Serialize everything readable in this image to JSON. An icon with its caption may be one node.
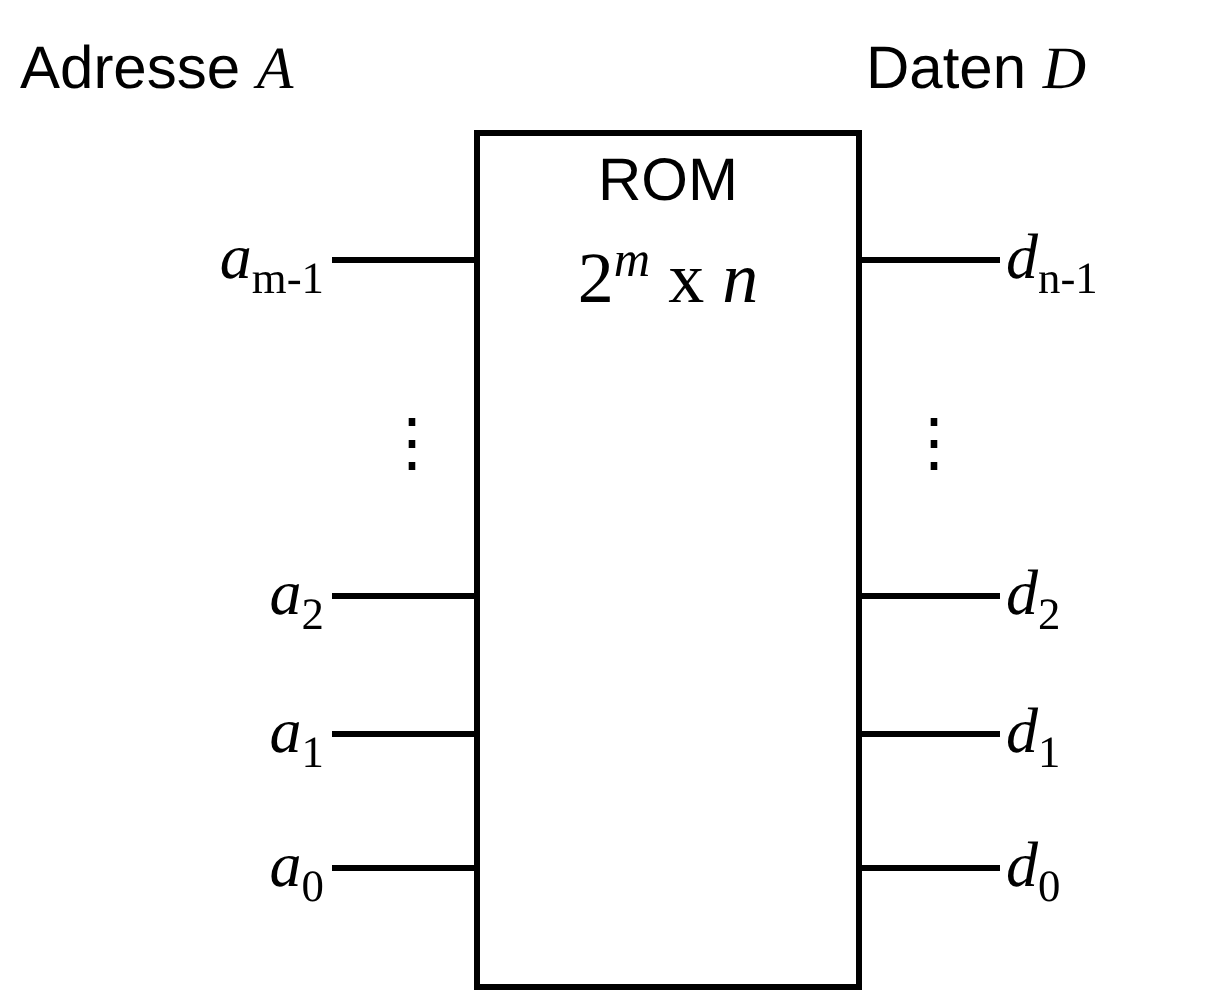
{
  "diagram": {
    "nodes": [
      {
        "text": [
          "ROM",
          "2$^{m}$ x *n*"
        ]
      },
      {
        "text": [
          "*a*$_{m-1}$"
        ]
      },
      {
        "text": [
          "*a*$_{2}$"
        ]
      },
      {
        "text": [
          "*a*$_{1}$"
        ]
      },
      {
        "text": [
          "*a*$_{0}$"
        ]
      },
      {
        "text": [
          "*d*$_{n-1}$"
        ]
      },
      {
        "text": [
          "*d*$_{2}$"
        ]
      },
      {
        "text": [
          "*d*$_{1}$"
        ]
      },
      {
        "text": [
          "*d*$_{0}$"
        ]
      }
    ],
    "edges": [
      {
        "from": 1,
        "to": 0,
        "arrow": "none"
      },
      {
        "from": 2,
        "to": 0,
        "arrow": "none"
      },
      {
        "from": 3,
        "to": 0,
        "arrow": "none"
      },
      {
        "from": 4,
        "to": 0,
        "arrow": "none"
      },
      {
        "from": 0,
        "to": 5,
        "arrow": "none"
      },
      {
        "from": 0,
        "to": 6,
        "arrow": "none"
      },
      {
        "from": 0,
        "to": 7,
        "arrow": "none"
      },
      {
        "from": 0,
        "to": 8,
        "arrow": "none"
      }
    ],
    "labels": [
      "Adresse *A*",
      "Daten *D*",
      "⋮",
      "⋮"
    ]
  }
}
